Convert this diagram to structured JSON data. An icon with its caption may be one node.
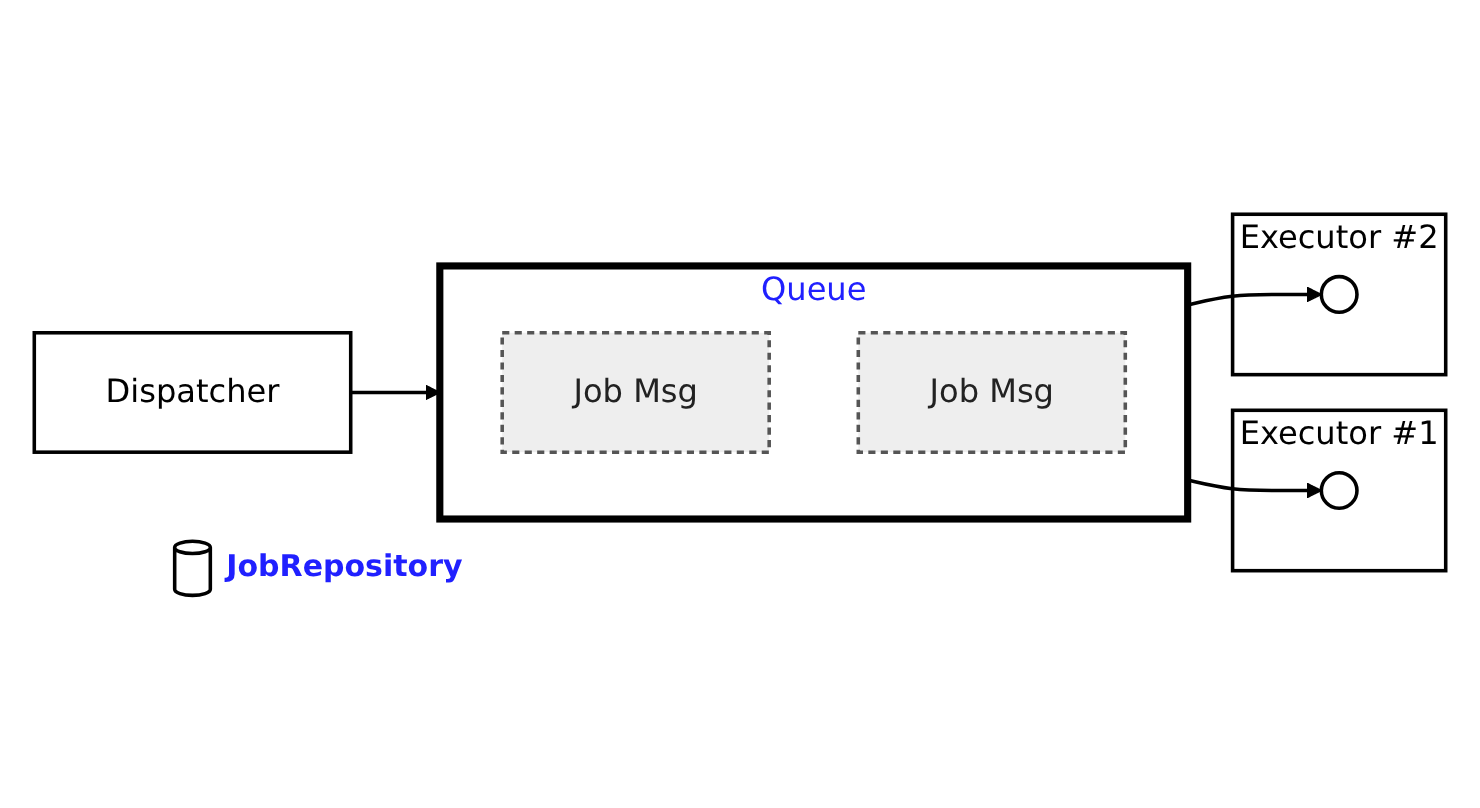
{
  "diagram": {
    "nodes": [
      {
        "text": [
          "Dispatcher"
        ]
      },
      {
        "text": [
          "Queue"
        ]
      },
      {
        "text": [
          "Job Msg"
        ],
        "in": 1
      },
      {
        "text": [
          "Job Msg"
        ],
        "in": 1
      },
      {
        "text": [
          "Executor #1"
        ]
      },
      {
        "text": [],
        "shape": "circle",
        "in": 4
      },
      {
        "text": [
          "Executor #2"
        ]
      },
      {
        "text": [],
        "shape": "circle",
        "in": 6
      },
      {
        "text": [],
        "shape": "cylinder",
        "beside": [
          "JobRepository"
        ]
      }
    ],
    "edges": [
      {
        "from": 0,
        "to": 1,
        "arrow": "to"
      },
      {
        "from": 1,
        "to": 5,
        "arrow": "to"
      },
      {
        "from": 1,
        "to": 7,
        "arrow": "to"
      }
    ]
  }
}
